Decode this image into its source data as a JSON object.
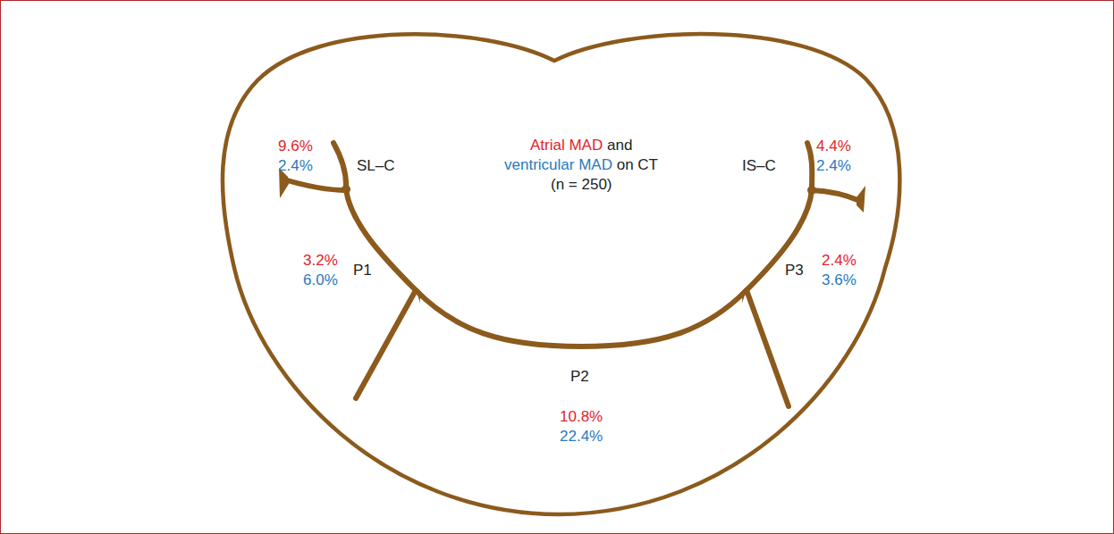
{
  "diagram": {
    "labels": [
      "9.6%",
      "2.4%",
      "SL–C",
      "4.4%",
      "2.4%",
      "IS–C",
      "3.2%",
      "6.0%",
      "P1",
      "2.4%",
      "3.6%",
      "P3",
      "P2",
      "10.8%",
      "22.4%",
      "Atrial MAD",
      "and",
      "ventricular MAD",
      "on CT",
      "(n = 250)"
    ]
  }
}
